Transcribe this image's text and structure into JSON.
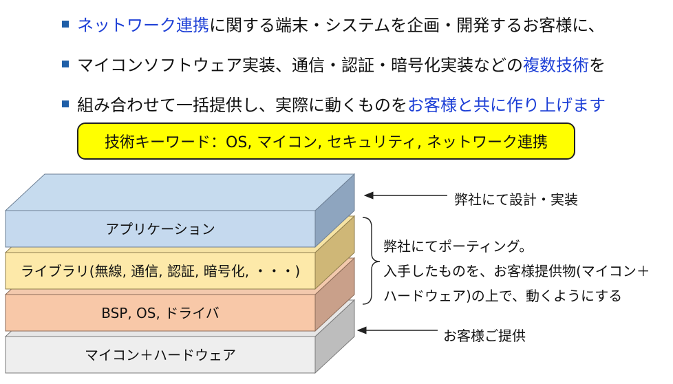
{
  "bullets": [
    {
      "parts": [
        {
          "text": "ネットワーク連携",
          "blue": true
        },
        {
          "text": "に関する端末・システムを企画・開発するお客様に、",
          "blue": false
        }
      ]
    },
    {
      "parts": [
        {
          "text": "マイコンソフトウェア実装、通信・認証・暗号化実装などの",
          "blue": false
        },
        {
          "text": "複数技術",
          "blue": true
        },
        {
          "text": "を",
          "blue": false
        }
      ]
    },
    {
      "parts": [
        {
          "text": "組み合わせて一括提供し、実際に動くものを",
          "blue": false
        },
        {
          "text": "お客様と共に作り上げます",
          "blue": true
        }
      ]
    }
  ],
  "keyword_box": "技術キーワード：OS, マイコン, セキュリティ, ネットワーク連携",
  "layers": {
    "application": "アプリケーション",
    "library": "ライブラリ(無線, 通信, 認証, 暗号化, ・・・)",
    "bsp": "BSP, OS, ドライバ",
    "hardware": "マイコン＋ハードウェア"
  },
  "annotations": {
    "design": "弊社にて設計・実装",
    "porting": [
      "弊社にてポーティング。",
      "入手したものを、お客様提供物(マイコン＋",
      "ハードウェア)の上で、動くようにする"
    ],
    "customer": "お客様ご提供"
  },
  "colors": {
    "bullet_marker": "#1f5fa8",
    "highlight_text": "#1d3fd6",
    "keyword_box": "#ffff00",
    "application_front": "#c5d9ee",
    "library_front": "#fde9a9",
    "bsp_front": "#f8c8a8",
    "hardware_front": "#eeeeee"
  }
}
